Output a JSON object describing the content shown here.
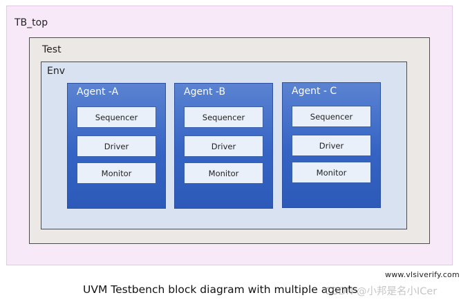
{
  "tb_top": {
    "label": "TB_top"
  },
  "test": {
    "label": "Test"
  },
  "env": {
    "label": "Env"
  },
  "agents": [
    {
      "title": "Agent -A",
      "components": [
        "Sequencer",
        "Driver",
        "Monitor"
      ]
    },
    {
      "title": "Agent -B",
      "components": [
        "Sequencer",
        "Driver",
        "Monitor"
      ]
    },
    {
      "title": "Agent - C",
      "components": [
        "Sequencer",
        "Driver",
        "Monitor"
      ]
    }
  ],
  "source_site": "www.vlsiverify.com",
  "caption": "UVM Testbench block diagram with multiple agents",
  "watermark": "CSDN @小邦是名小ICer",
  "colors": {
    "tb_top_fill": "#f7e9f8",
    "test_fill": "#ebe8e6",
    "env_fill": "#d9e2f0",
    "agent_fill": "#3564c4",
    "component_fill": "#eaf0f9"
  }
}
